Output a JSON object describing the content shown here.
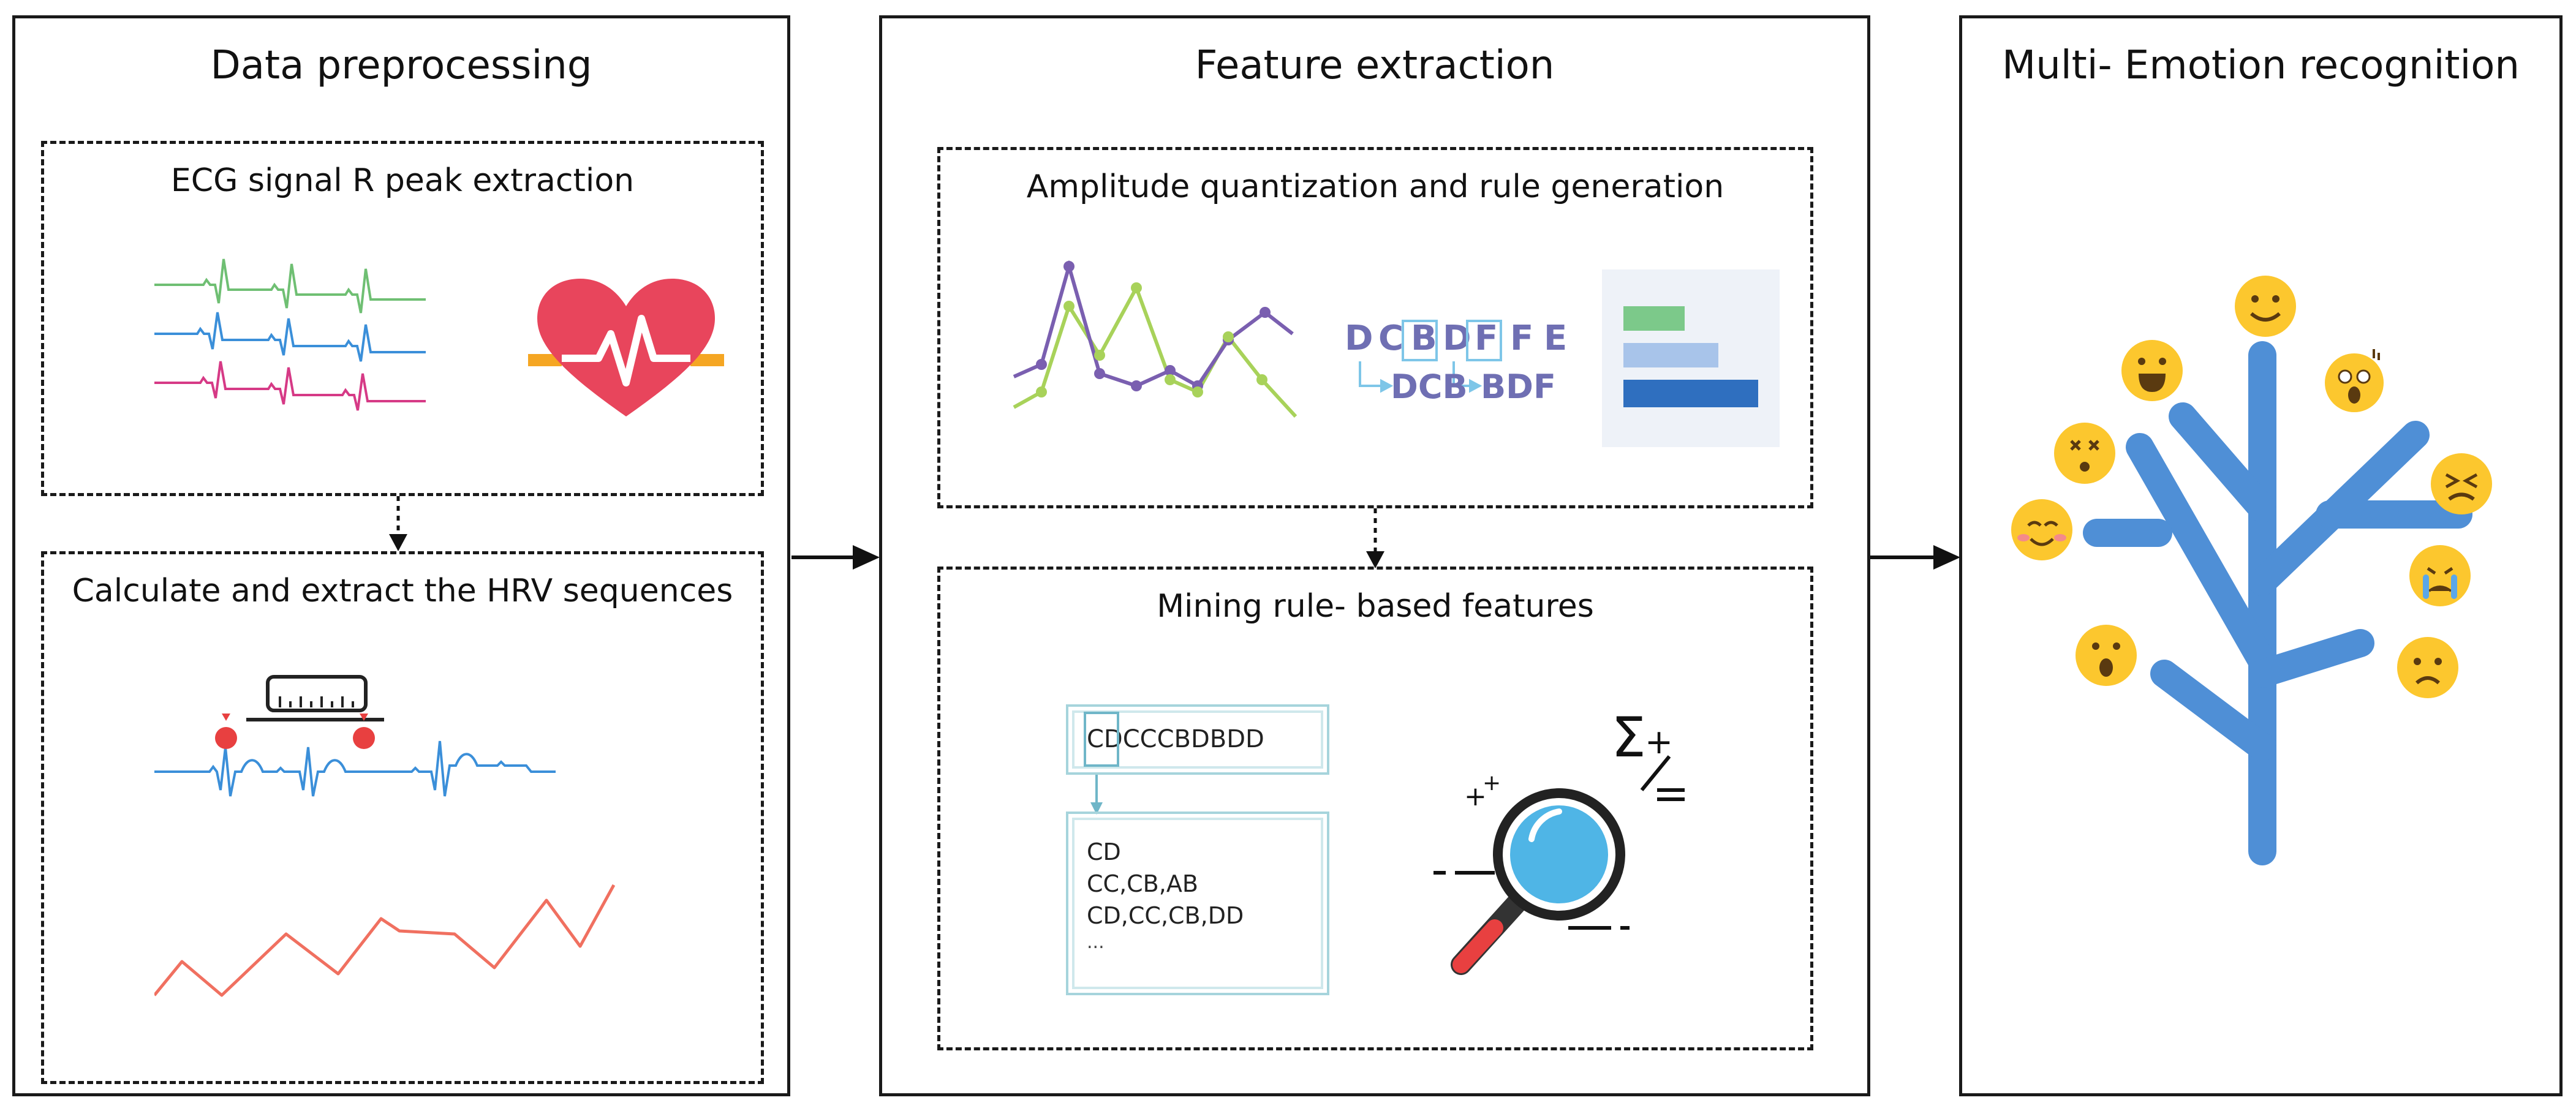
{
  "panels": {
    "preprocess": {
      "title": "Data preprocessing"
    },
    "feature": {
      "title": "Feature extraction"
    },
    "recognition": {
      "title": "Multi- Emotion recognition"
    }
  },
  "boxes": {
    "ecg": {
      "title": "ECG signal R peak extraction"
    },
    "hrv": {
      "title": "Calculate and extract the HRV sequences"
    },
    "quantization": {
      "title": "Amplitude quantization and rule generation"
    },
    "mining": {
      "title": "Mining rule- based features"
    }
  },
  "symbols": {
    "letters": [
      "D",
      "C",
      "B",
      "D",
      "F",
      "F",
      "E"
    ],
    "rule_a": "DCB",
    "rule_b": "BDF"
  },
  "mining": {
    "sequence": "CDCCCBDBDD",
    "rules": [
      "CD",
      "CC,CB,AB",
      "CD,CC,CB,DD",
      "..."
    ]
  },
  "colors": {
    "ecg_green": "#6fbf73",
    "ecg_blue": "#3b8fd9",
    "ecg_pink": "#d63a86",
    "heart": "#e8455c",
    "hrv_line": "#f07060",
    "purple": "#7a5fb0",
    "lime": "#a8d25a",
    "tree": "#4f8fd6",
    "emoji": "#fcc72e"
  }
}
